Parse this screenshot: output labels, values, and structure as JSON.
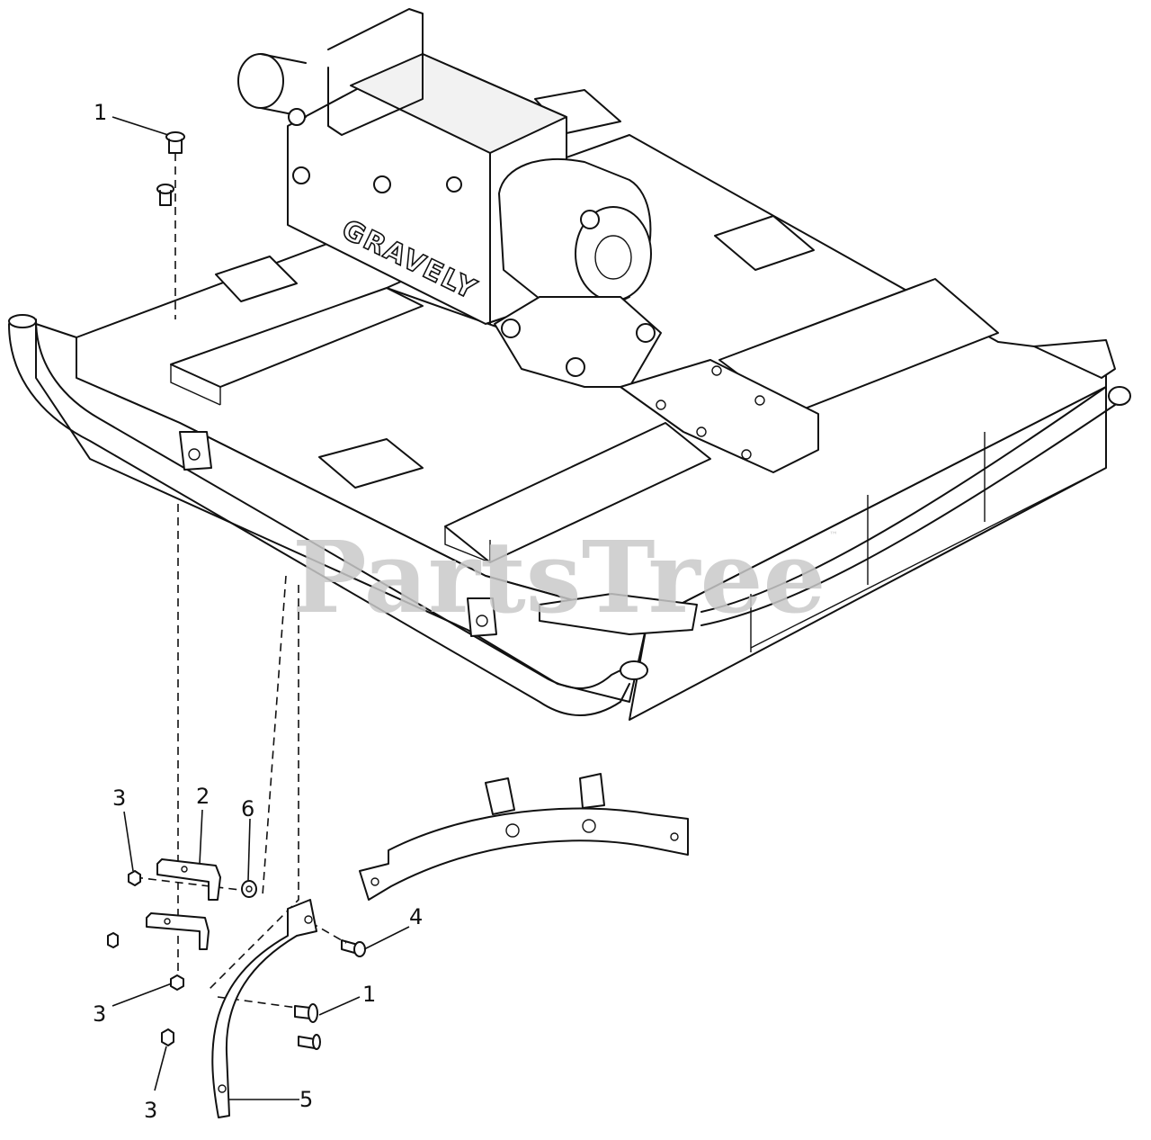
{
  "diagram": {
    "brand_logo": "GRAVELY",
    "watermark": "PartsTree",
    "watermark_tm": "™",
    "callouts": [
      {
        "id": "c1a",
        "label": "1"
      },
      {
        "id": "c1b",
        "label": "1"
      },
      {
        "id": "c2",
        "label": "2"
      },
      {
        "id": "c3a",
        "label": "3"
      },
      {
        "id": "c3b",
        "label": "3"
      },
      {
        "id": "c3c",
        "label": "3"
      },
      {
        "id": "c4",
        "label": "4"
      },
      {
        "id": "c5",
        "label": "5"
      },
      {
        "id": "c6",
        "label": "6"
      }
    ]
  }
}
